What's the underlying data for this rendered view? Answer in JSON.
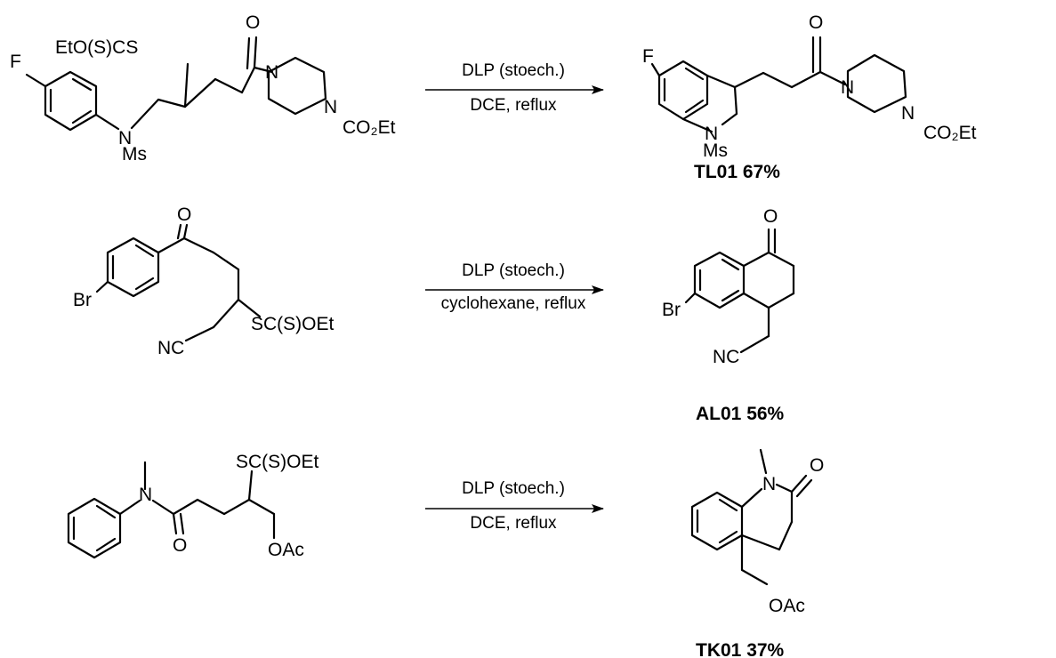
{
  "reactions": [
    {
      "substrate_labels": {
        "xanthate": "EtO(S)CS",
        "fluoro": "F",
        "nitrogen": "N",
        "mesyl": "Ms",
        "carbonyl_o": "O",
        "piperazine_n1": "N",
        "piperazine_n2": "N",
        "carbamate": "CO₂Et"
      },
      "reagent": "DLP (stoech.)",
      "conditions": "DCE, reflux",
      "product_labels": {
        "fluoro": "F",
        "nitrogen": "N",
        "mesyl": "Ms",
        "carbonyl_o": "O",
        "piperazine_n1": "N",
        "piperazine_n2": "N",
        "carbamate": "CO₂Et"
      },
      "product_name": "TL01",
      "yield": "67%"
    },
    {
      "substrate_labels": {
        "carbonyl_o": "O",
        "bromo": "Br",
        "xanthate": "SC(S)OEt",
        "nitrile": "NC"
      },
      "reagent": "DLP (stoech.)",
      "conditions": "cyclohexane, reflux",
      "product_labels": {
        "carbonyl_o": "O",
        "bromo": "Br",
        "nitrile": "NC"
      },
      "product_name": "AL01",
      "yield": "56%"
    },
    {
      "substrate_labels": {
        "nitrogen": "N",
        "carbonyl_o": "O",
        "xanthate": "SC(S)OEt",
        "acetate": "OAc"
      },
      "reagent": "DLP (stoech.)",
      "conditions": "DCE, reflux",
      "product_labels": {
        "nitrogen": "N",
        "carbonyl_o": "O",
        "acetate": "OAc"
      },
      "product_name": "TK01",
      "yield": "37%"
    }
  ]
}
